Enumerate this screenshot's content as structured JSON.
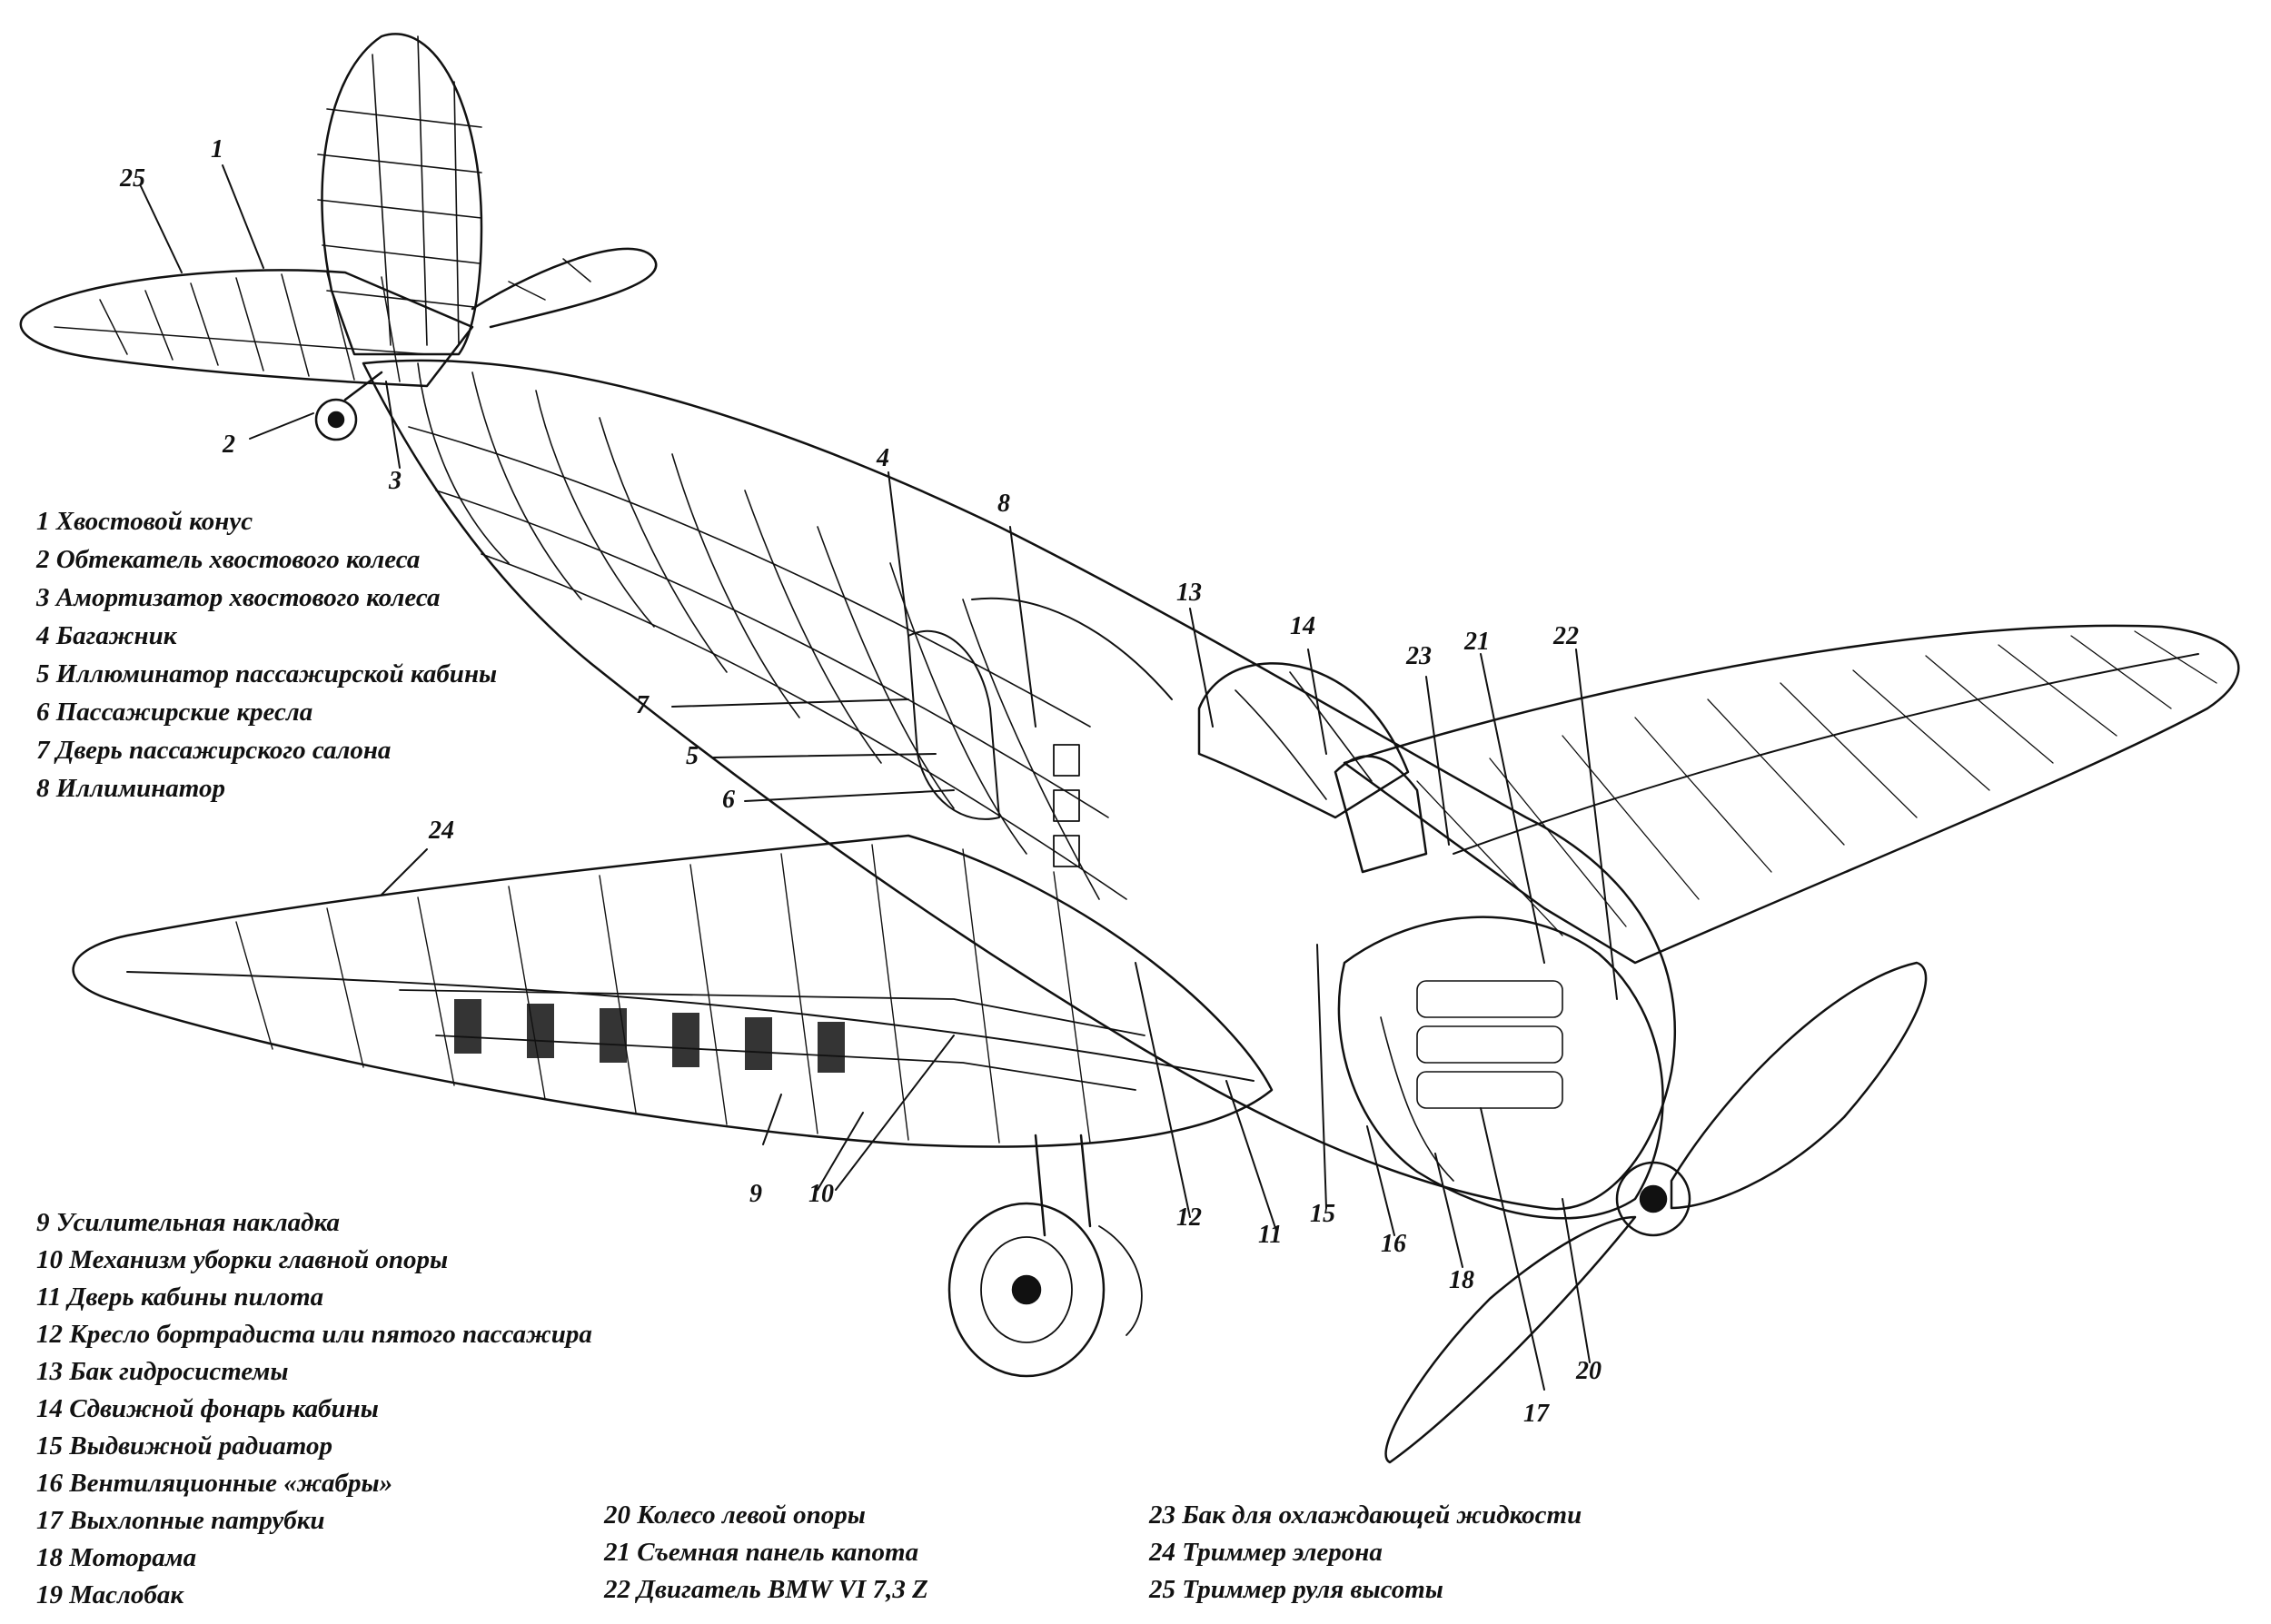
{
  "legend": [
    {
      "id": 1,
      "text": "1 Хвостовой конус"
    },
    {
      "id": 2,
      "text": "2 Обтекатель хвостового колеса"
    },
    {
      "id": 3,
      "text": "3 Амортизатор хвостового колеса"
    },
    {
      "id": 4,
      "text": "4 Багажник"
    },
    {
      "id": 5,
      "text": "5 Иллюминатор пассажирской кабины"
    },
    {
      "id": 6,
      "text": "6 Пассажирские кресла"
    },
    {
      "id": 7,
      "text": "7 Дверь пассажирского салона"
    },
    {
      "id": 8,
      "text": "8 Иллиминатор"
    },
    {
      "id": 9,
      "text": "9 Усилительная накладка"
    },
    {
      "id": 10,
      "text": "10 Механизм уборки главной опоры"
    },
    {
      "id": 11,
      "text": "11 Дверь кабины пилота"
    },
    {
      "id": 12,
      "text": "12 Кресло бортрадиста или пятого пассажира"
    },
    {
      "id": 13,
      "text": "13 Бак гидросистемы"
    },
    {
      "id": 14,
      "text": "14 Сдвижной фонарь кабины"
    },
    {
      "id": 15,
      "text": "15 Выдвижной радиатор"
    },
    {
      "id": 16,
      "text": "16 Вентиляционные «жабры»"
    },
    {
      "id": 17,
      "text": "17 Выхлопные патрубки"
    },
    {
      "id": 18,
      "text": "18 Моторама"
    },
    {
      "id": 19,
      "text": "19 Маслобак"
    },
    {
      "id": 20,
      "text": "20 Колесо левой опоры"
    },
    {
      "id": 21,
      "text": "21 Съемная панель капота"
    },
    {
      "id": 22,
      "text": "22 Двигатель BMW VI 7,3 Z"
    },
    {
      "id": 23,
      "text": "23 Бак для охлаждающей жидкости"
    },
    {
      "id": 24,
      "text": "24 Триммер элерона"
    },
    {
      "id": 25,
      "text": "25 Триммер руля высоты"
    }
  ],
  "callouts": [
    "1",
    "2",
    "3",
    "4",
    "5",
    "6",
    "7",
    "8",
    "9",
    "10",
    "10",
    "11",
    "12",
    "13",
    "14",
    "15",
    "16",
    "17",
    "18",
    "20",
    "21",
    "22",
    "23",
    "24",
    "25"
  ],
  "colors": {
    "ink": "#111111",
    "paper": "#ffffff"
  }
}
